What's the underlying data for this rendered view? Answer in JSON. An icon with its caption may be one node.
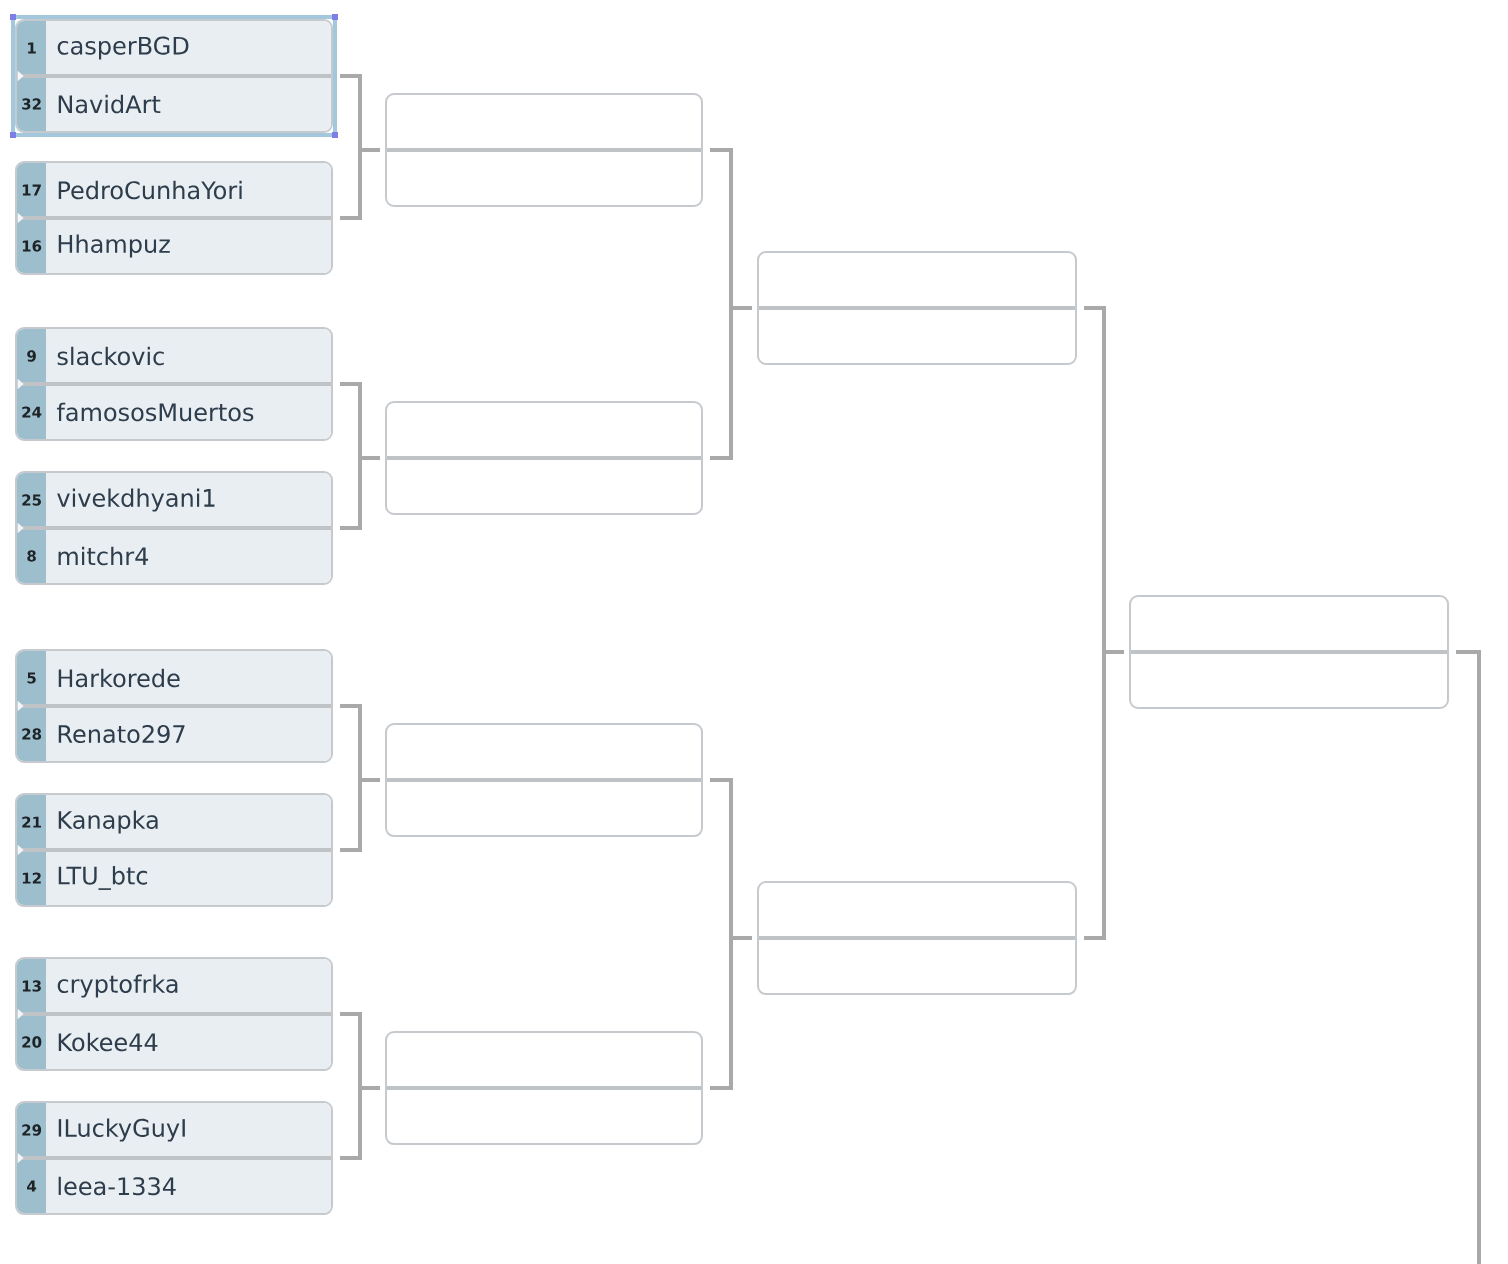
{
  "diagram": {
    "nodes": [
      {
        "text": [],
        "shape": "box"
      },
      {
        "text": [
          "1",
          "casperBGD"
        ],
        "in": 0
      },
      {
        "text": [
          "32",
          "NavidArt"
        ],
        "in": 0
      },
      {
        "text": [],
        "shape": "box"
      },
      {
        "text": [
          "17",
          "PedroCunhaYori"
        ],
        "in": 3
      },
      {
        "text": [
          "16",
          "Hhampuz"
        ],
        "in": 3
      },
      {
        "text": [],
        "shape": "box"
      },
      {
        "text": [
          "9",
          "slackovic"
        ],
        "in": 6
      },
      {
        "text": [
          "24",
          "famososMuertos"
        ],
        "in": 6
      },
      {
        "text": [],
        "shape": "box"
      },
      {
        "text": [
          "25",
          "vivekdhyani1"
        ],
        "in": 9
      },
      {
        "text": [
          "8",
          "mitchr4"
        ],
        "in": 9
      },
      {
        "text": [],
        "shape": "box"
      },
      {
        "text": [
          "5",
          "Harkorede"
        ],
        "in": 12
      },
      {
        "text": [
          "28",
          "Renato297"
        ],
        "in": 12
      },
      {
        "text": [],
        "shape": "box"
      },
      {
        "text": [
          "21",
          "Kanapka"
        ],
        "in": 15
      },
      {
        "text": [
          "12",
          "LTU_btc"
        ],
        "in": 15
      },
      {
        "text": [],
        "shape": "box"
      },
      {
        "text": [
          "13",
          "cryptofrka"
        ],
        "in": 18
      },
      {
        "text": [
          "20",
          "Kokee44"
        ],
        "in": 18
      },
      {
        "text": [],
        "shape": "box"
      },
      {
        "text": [
          "29",
          "ILuckyGuyI"
        ],
        "in": 21
      },
      {
        "text": [
          "4",
          "leea-1334"
        ],
        "in": 21
      },
      {
        "text": [],
        "shape": "box"
      },
      {
        "text": [],
        "shape": "box"
      },
      {
        "text": [],
        "shape": "box"
      },
      {
        "text": [],
        "shape": "box"
      },
      {
        "text": [],
        "shape": "box"
      },
      {
        "text": [],
        "shape": "box"
      },
      {
        "text": [],
        "shape": "box"
      }
    ],
    "edges": [
      {
        "from": 0,
        "to": 24,
        "arrow": "none"
      },
      {
        "from": 3,
        "to": 24,
        "arrow": "none"
      },
      {
        "from": 6,
        "to": 25,
        "arrow": "none"
      },
      {
        "from": 9,
        "to": 25,
        "arrow": "none"
      },
      {
        "from": 12,
        "to": 26,
        "arrow": "none"
      },
      {
        "from": 15,
        "to": 26,
        "arrow": "none"
      },
      {
        "from": 18,
        "to": 27,
        "arrow": "none"
      },
      {
        "from": 21,
        "to": 27,
        "arrow": "none"
      },
      {
        "from": 24,
        "to": 28,
        "arrow": "none"
      },
      {
        "from": 25,
        "to": 28,
        "arrow": "none"
      },
      {
        "from": 26,
        "to": 29,
        "arrow": "none"
      },
      {
        "from": 27,
        "to": 29,
        "arrow": "none"
      },
      {
        "from": 28,
        "to": 30,
        "arrow": "none"
      },
      {
        "from": 29,
        "to": 30,
        "arrow": "none"
      },
      {
        "from": 30,
        "to": null,
        "arrow": "none"
      }
    ]
  }
}
